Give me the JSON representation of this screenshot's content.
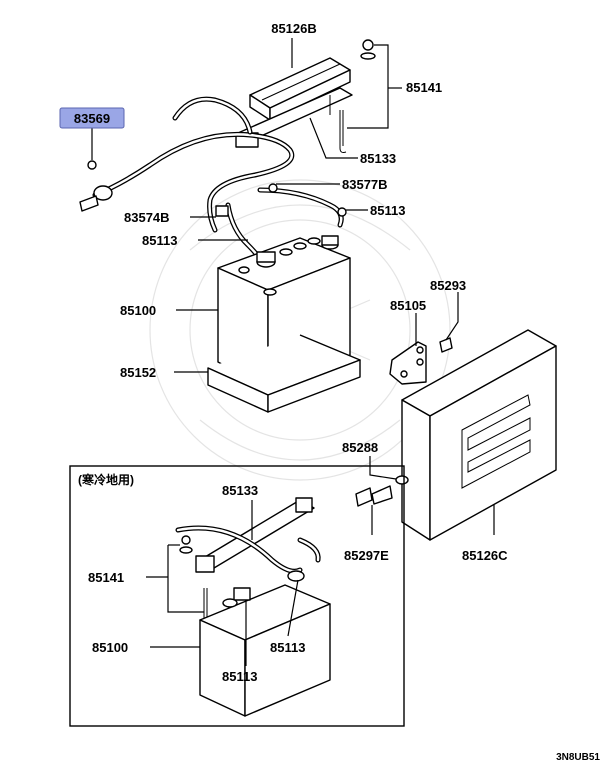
{
  "labels": {
    "l_85126B": "85126B",
    "l_85141_top": "85141",
    "l_83569": "83569",
    "l_85133_top": "85133",
    "l_83577B": "83577B",
    "l_83574B": "83574B",
    "l_85113_a": "85113",
    "l_85113_b": "85113",
    "l_85293": "85293",
    "l_85100_top": "85100",
    "l_85105": "85105",
    "l_85152": "85152",
    "l_85288": "85288",
    "l_85297E": "85297E",
    "l_85126C": "85126C",
    "l_85133_bot": "85133",
    "l_85141_bot": "85141",
    "l_85100_bot": "85100",
    "l_85113_c": "85113",
    "l_85113_d": "85113"
  },
  "inset": {
    "title": "(寒冷地用)"
  },
  "diagram_code": "3N8UB51",
  "colors": {
    "highlight_fill": "#9aa6e6",
    "line": "#000000"
  }
}
